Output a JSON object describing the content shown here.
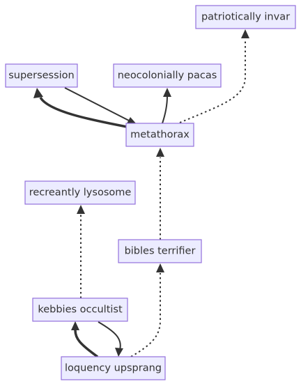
{
  "diagram": {
    "type": "flowchart",
    "nodes": {
      "patriotically_invar": "patriotically invar",
      "supersession": "supersession",
      "neocolonially_pacas": "neocolonially pacas",
      "metathorax": "metathorax",
      "recreantly_lysosome": "recreantly lysosome",
      "bibles_terrifier": "bibles terrifier",
      "kebbies_occultist": "kebbies occultist",
      "loquency_upsprang": "loquency upsprang"
    },
    "edges": [
      {
        "from": "supersession",
        "to": "metathorax",
        "style": "solid"
      },
      {
        "from": "metathorax",
        "to": "supersession",
        "style": "thick"
      },
      {
        "from": "metathorax",
        "to": "neocolonially_pacas",
        "style": "solid"
      },
      {
        "from": "metathorax",
        "to": "patriotically_invar",
        "style": "dotted"
      },
      {
        "from": "bibles_terrifier",
        "to": "metathorax",
        "style": "dotted"
      },
      {
        "from": "kebbies_occultist",
        "to": "recreantly_lysosome",
        "style": "dotted"
      },
      {
        "from": "kebbies_occultist",
        "to": "loquency_upsprang",
        "style": "solid"
      },
      {
        "from": "loquency_upsprang",
        "to": "kebbies_occultist",
        "style": "thick"
      },
      {
        "from": "loquency_upsprang",
        "to": "bibles_terrifier",
        "style": "dotted"
      }
    ]
  }
}
